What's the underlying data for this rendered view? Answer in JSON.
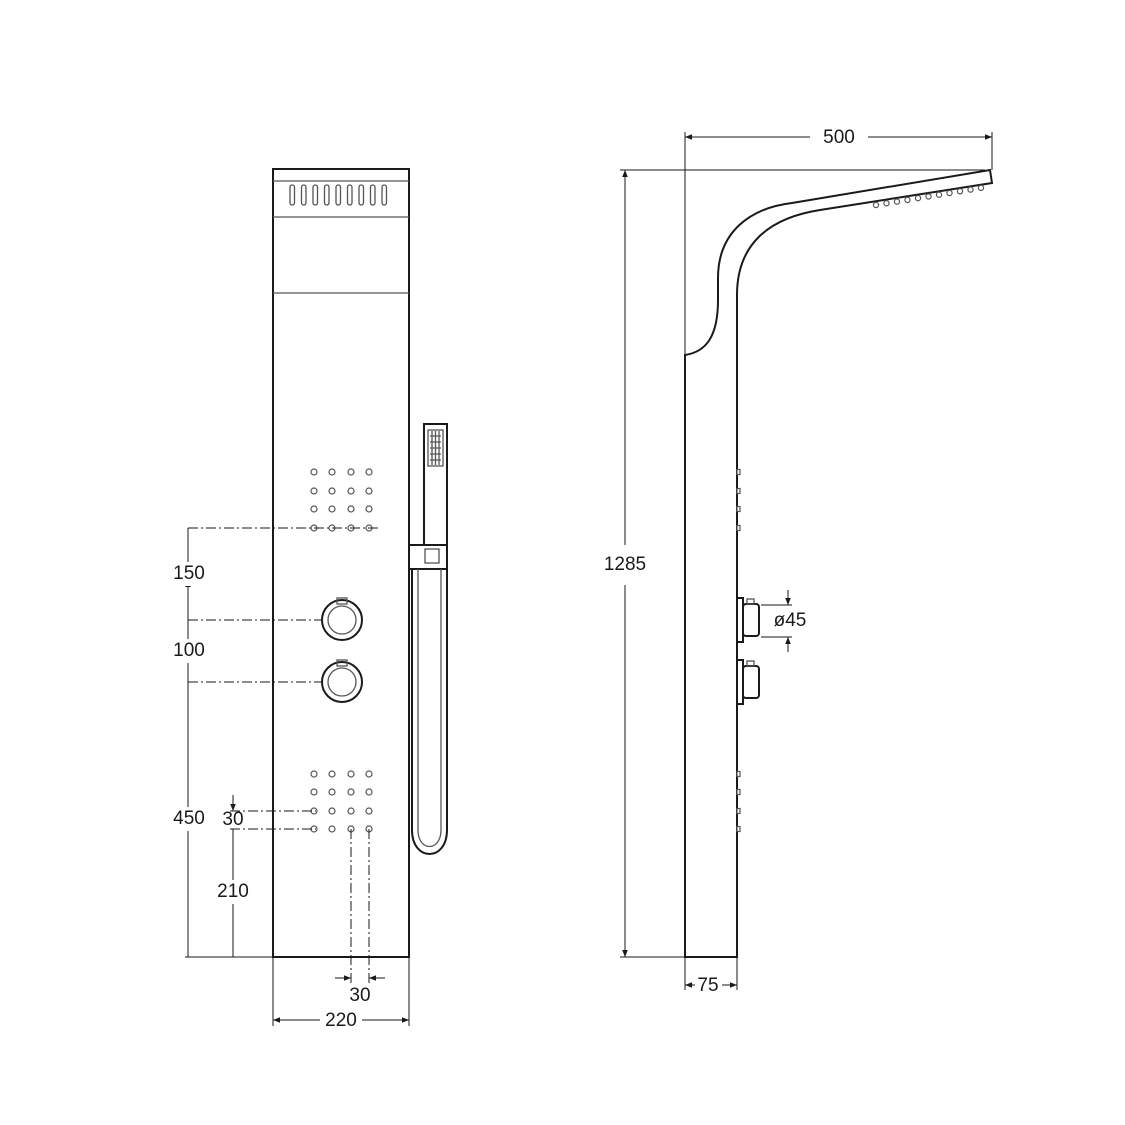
{
  "title": "Shower column technical drawing (front and side view)",
  "dimensions": {
    "front_spacing_top": "150",
    "front_spacing_knobs": "100",
    "front_height_to_knob": "450",
    "front_jet_row_spacing": "30",
    "front_jet_height": "210",
    "front_jet_col_spacing": "30",
    "front_width": "220",
    "side_reach": "500",
    "side_height": "1285",
    "side_depth": "75",
    "knob_diameter": "ø45"
  }
}
